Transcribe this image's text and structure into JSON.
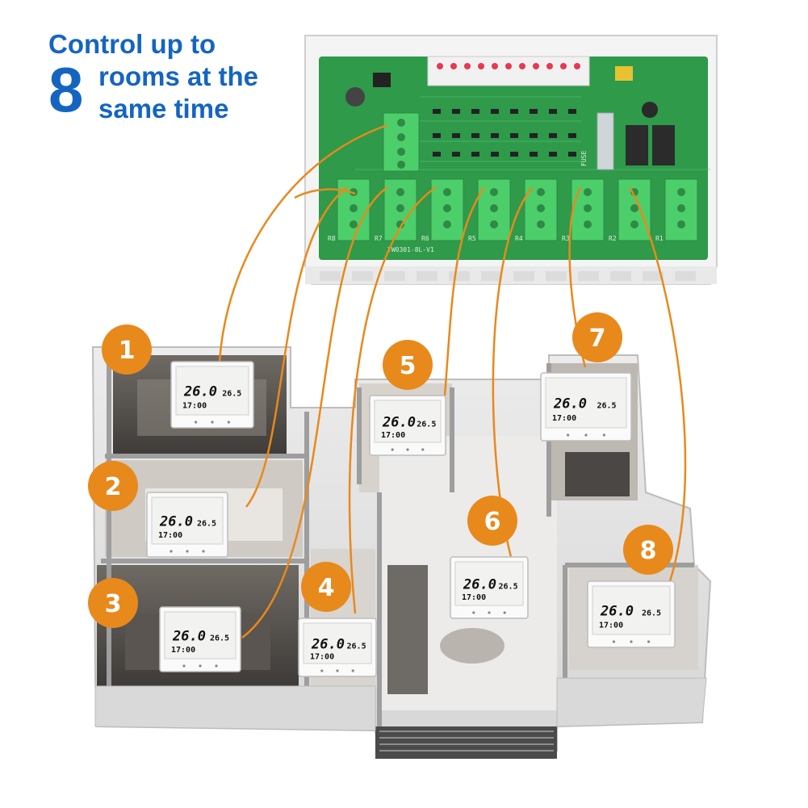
{
  "headline": {
    "line1": "Control up to",
    "number": "8",
    "line2": "rooms at the",
    "line3": "same time"
  },
  "board": {
    "model": "YW0301-8L-V1",
    "fuse_label": "FUSE",
    "relay_labels": [
      "R8",
      "R7",
      "R6",
      "R5",
      "R4",
      "R3",
      "R2",
      "R1"
    ]
  },
  "thermostat": {
    "temp": "26.0",
    "setpoint": "26.5",
    "time": "17:00"
  },
  "rooms": [
    "1",
    "2",
    "3",
    "4",
    "5",
    "6",
    "7",
    "8"
  ],
  "colors": {
    "accent": "#e8891c",
    "headline": "#1565c0",
    "pcb": "#2e9a4a",
    "terminal": "#4ccf6a",
    "wire": "#e8891c"
  }
}
